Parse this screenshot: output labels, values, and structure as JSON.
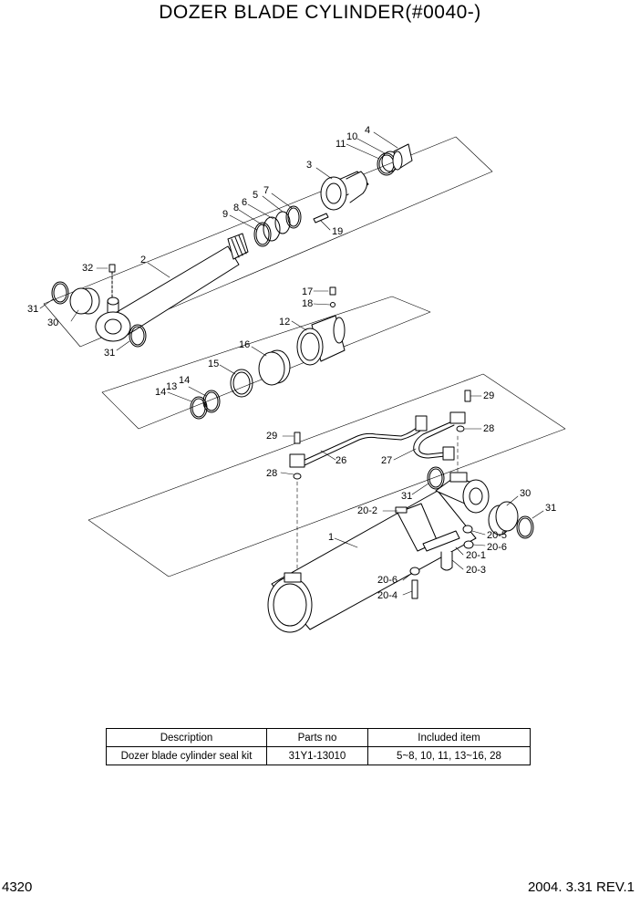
{
  "title": "DOZER BLADE CYLINDER(#0040-)",
  "callouts": {
    "c1": "1",
    "c2": "2",
    "c3": "3",
    "c4": "4",
    "c5": "5",
    "c6": "6",
    "c7": "7",
    "c8": "8",
    "c9": "9",
    "c10": "10",
    "c11": "11",
    "c12": "12",
    "c13": "13",
    "c14a": "14",
    "c14b": "14",
    "c15": "15",
    "c16": "16",
    "c17": "17",
    "c18": "18",
    "c19": "19",
    "c20_1": "20-1",
    "c20_2": "20-2",
    "c20_3": "20-3",
    "c20_4": "20-4",
    "c20_5": "20-5",
    "c20_6a": "20-6",
    "c20_6b": "20-6",
    "c26": "26",
    "c27": "27",
    "c28a": "28",
    "c28b": "28",
    "c29a": "29",
    "c29b": "29",
    "c30a": "30",
    "c30b": "30",
    "c31a": "31",
    "c31b": "31",
    "c31c": "31",
    "c31d": "31",
    "c32": "32"
  },
  "kit_table": {
    "headers": [
      "Description",
      "Parts no",
      "Included item"
    ],
    "rows": [
      [
        "Dozer blade cylinder seal kit",
        "31Y1-13010",
        "5~8, 10, 11, 13~16, 28"
      ]
    ]
  },
  "footer": {
    "page_number": "4320",
    "date": "2004. 3.31  REV.1"
  }
}
